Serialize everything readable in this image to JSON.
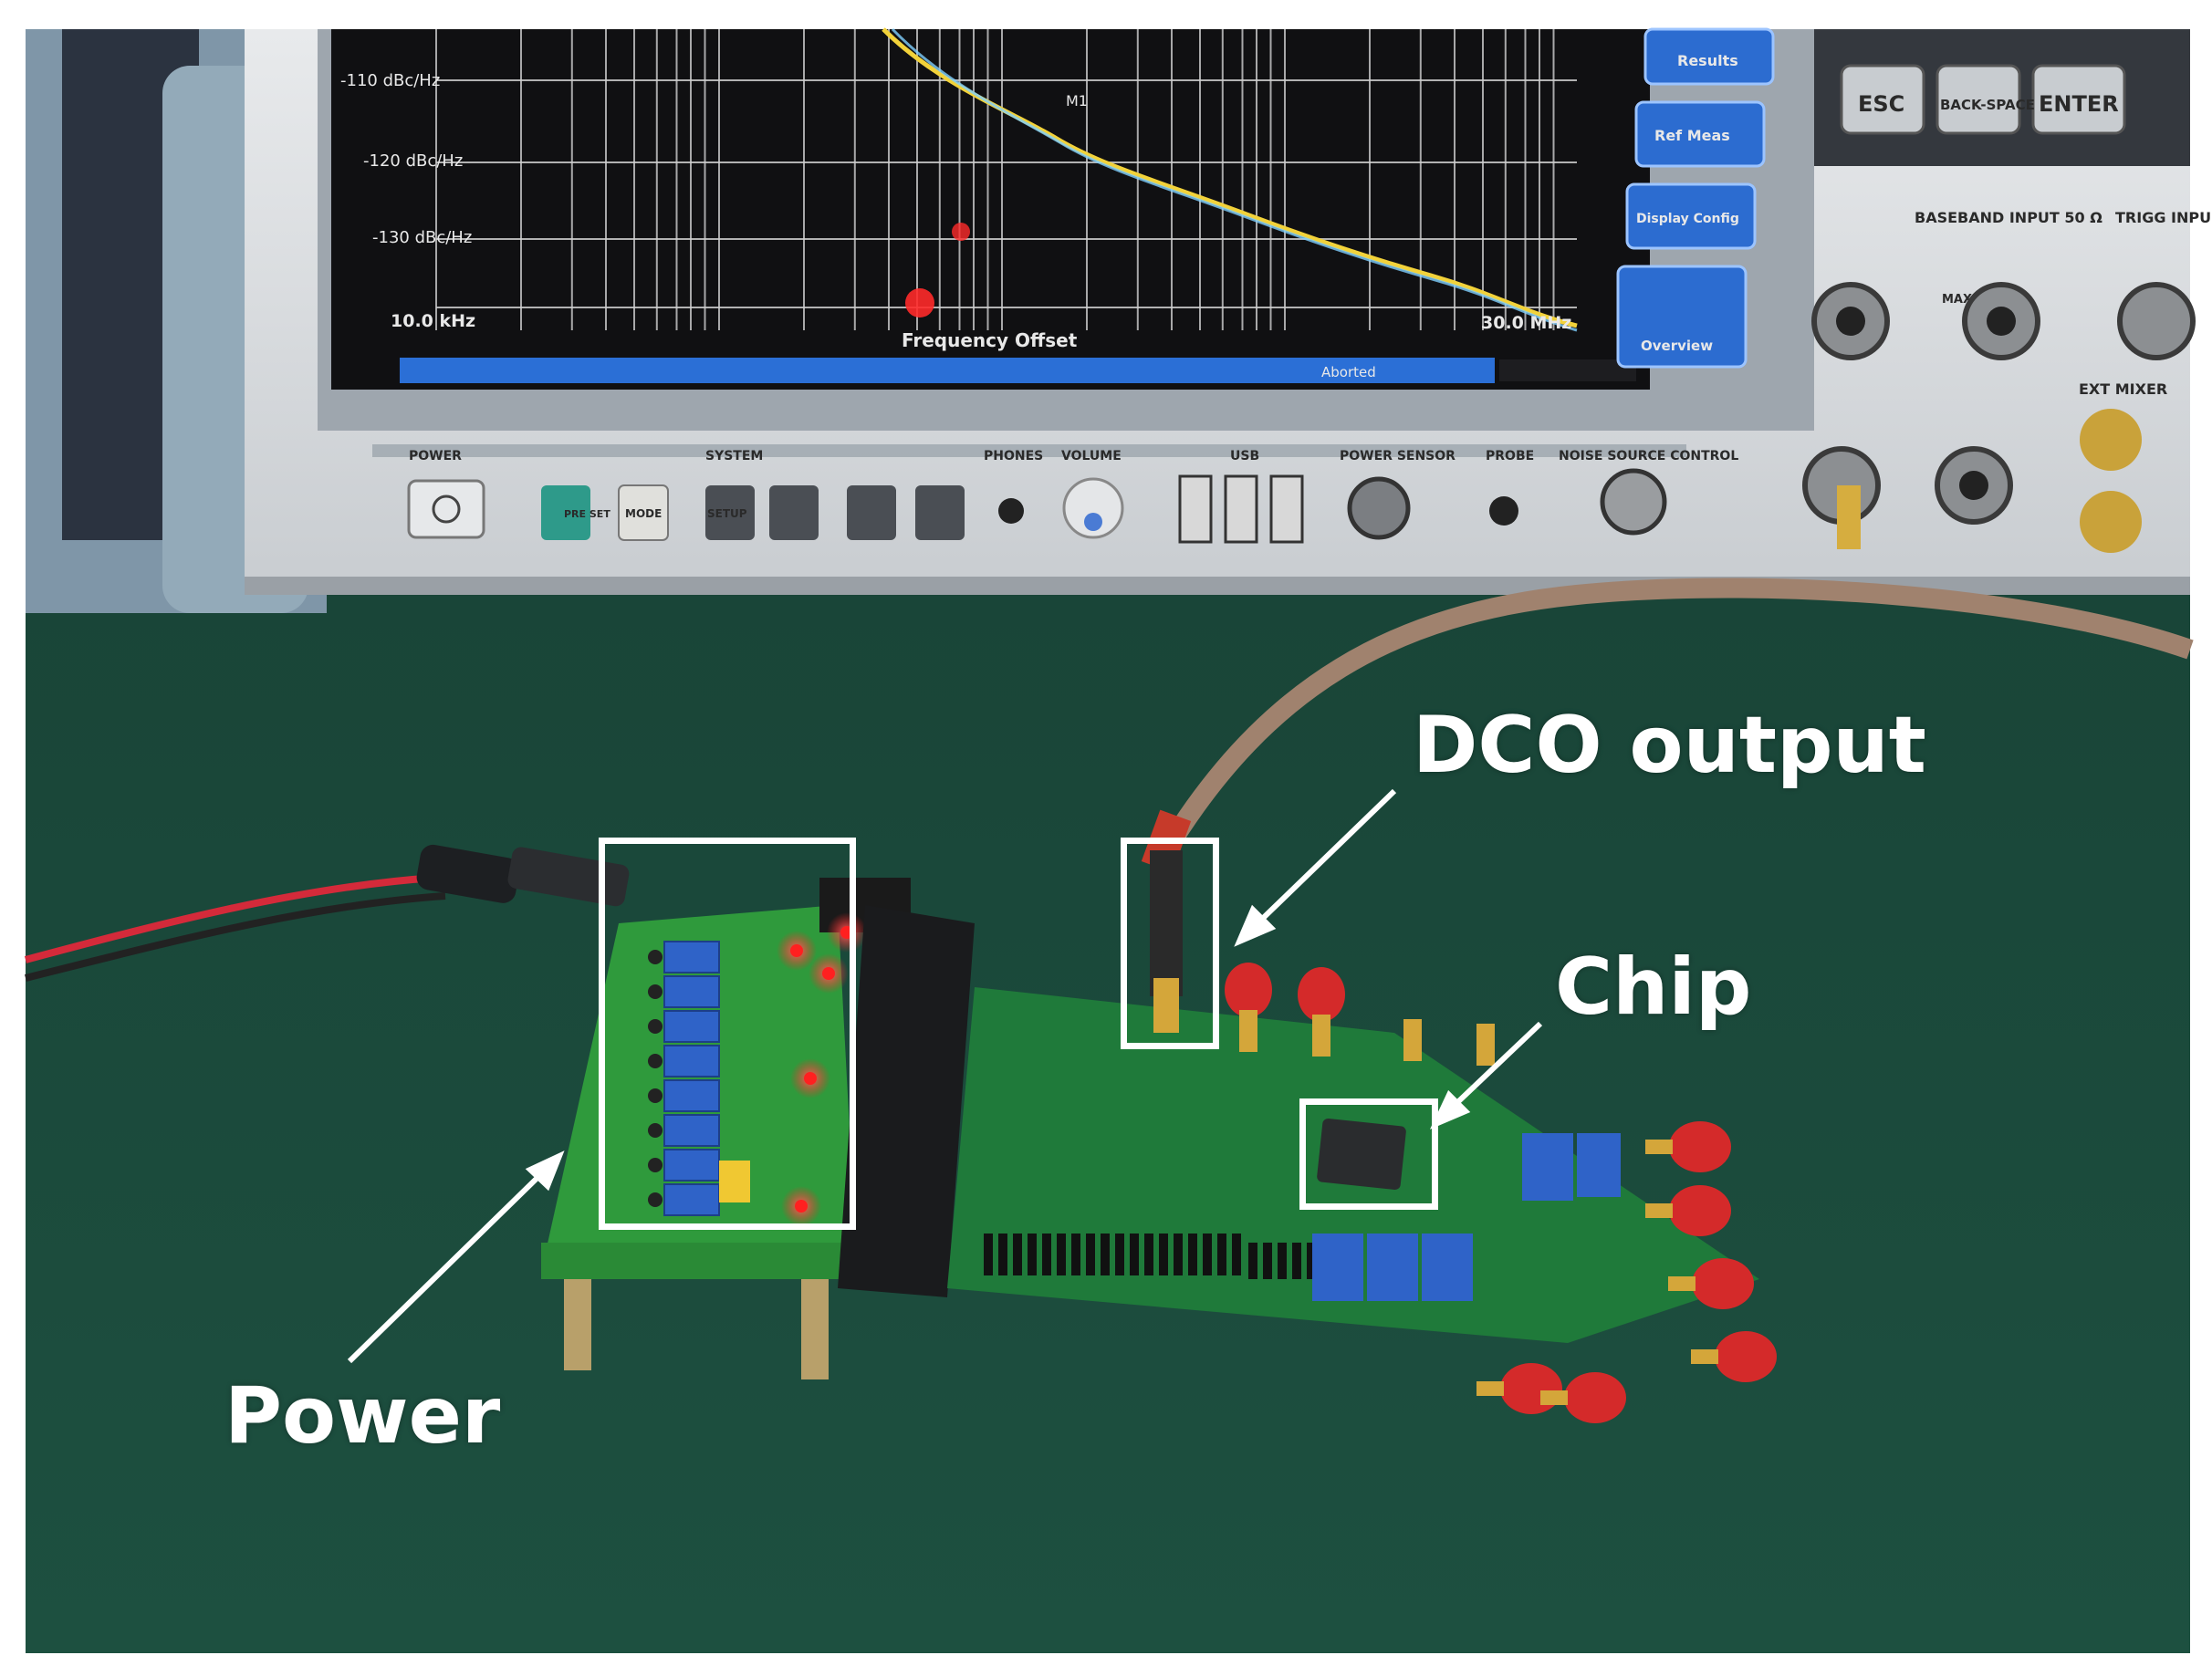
{
  "annotations": {
    "dco_output": "DCO output",
    "chip": "Chip",
    "power": "Power"
  },
  "analyzer": {
    "y_labels": [
      "-110 dBc/Hz",
      "-120 dBc/Hz",
      "-130 dBc/Hz"
    ],
    "x_start": "10.0 kHz",
    "x_end": "30.0 MHz",
    "x_axis": "Frequency Offset",
    "marker": "M1",
    "status": "Aborted",
    "side_buttons": [
      "Results",
      "Ref Meas",
      "Display Config",
      "Overview"
    ],
    "keys": [
      "ESC",
      "BACK-SPACE",
      "ENTER"
    ],
    "panel_labels": [
      "POWER",
      "SYSTEM",
      "PHONES",
      "VOLUME",
      "USB",
      "POWER SENSOR",
      "PROBE",
      "NOISE SOURCE CONTROL"
    ],
    "buttons": [
      "PRE SET",
      "MODE",
      "SETUP"
    ],
    "baseband": "BASEBAND INPUT 50 Ω",
    "ext_mixer": "EXT MIXER",
    "trigger": "TRIGG INPU",
    "max_label": "MAX ±4 V"
  },
  "colors": {
    "annotation": "#ffffff",
    "board": "#1f7a3a",
    "bench": "#1b4a3a",
    "trace": "#f2d23a",
    "led": "#ff2020"
  }
}
